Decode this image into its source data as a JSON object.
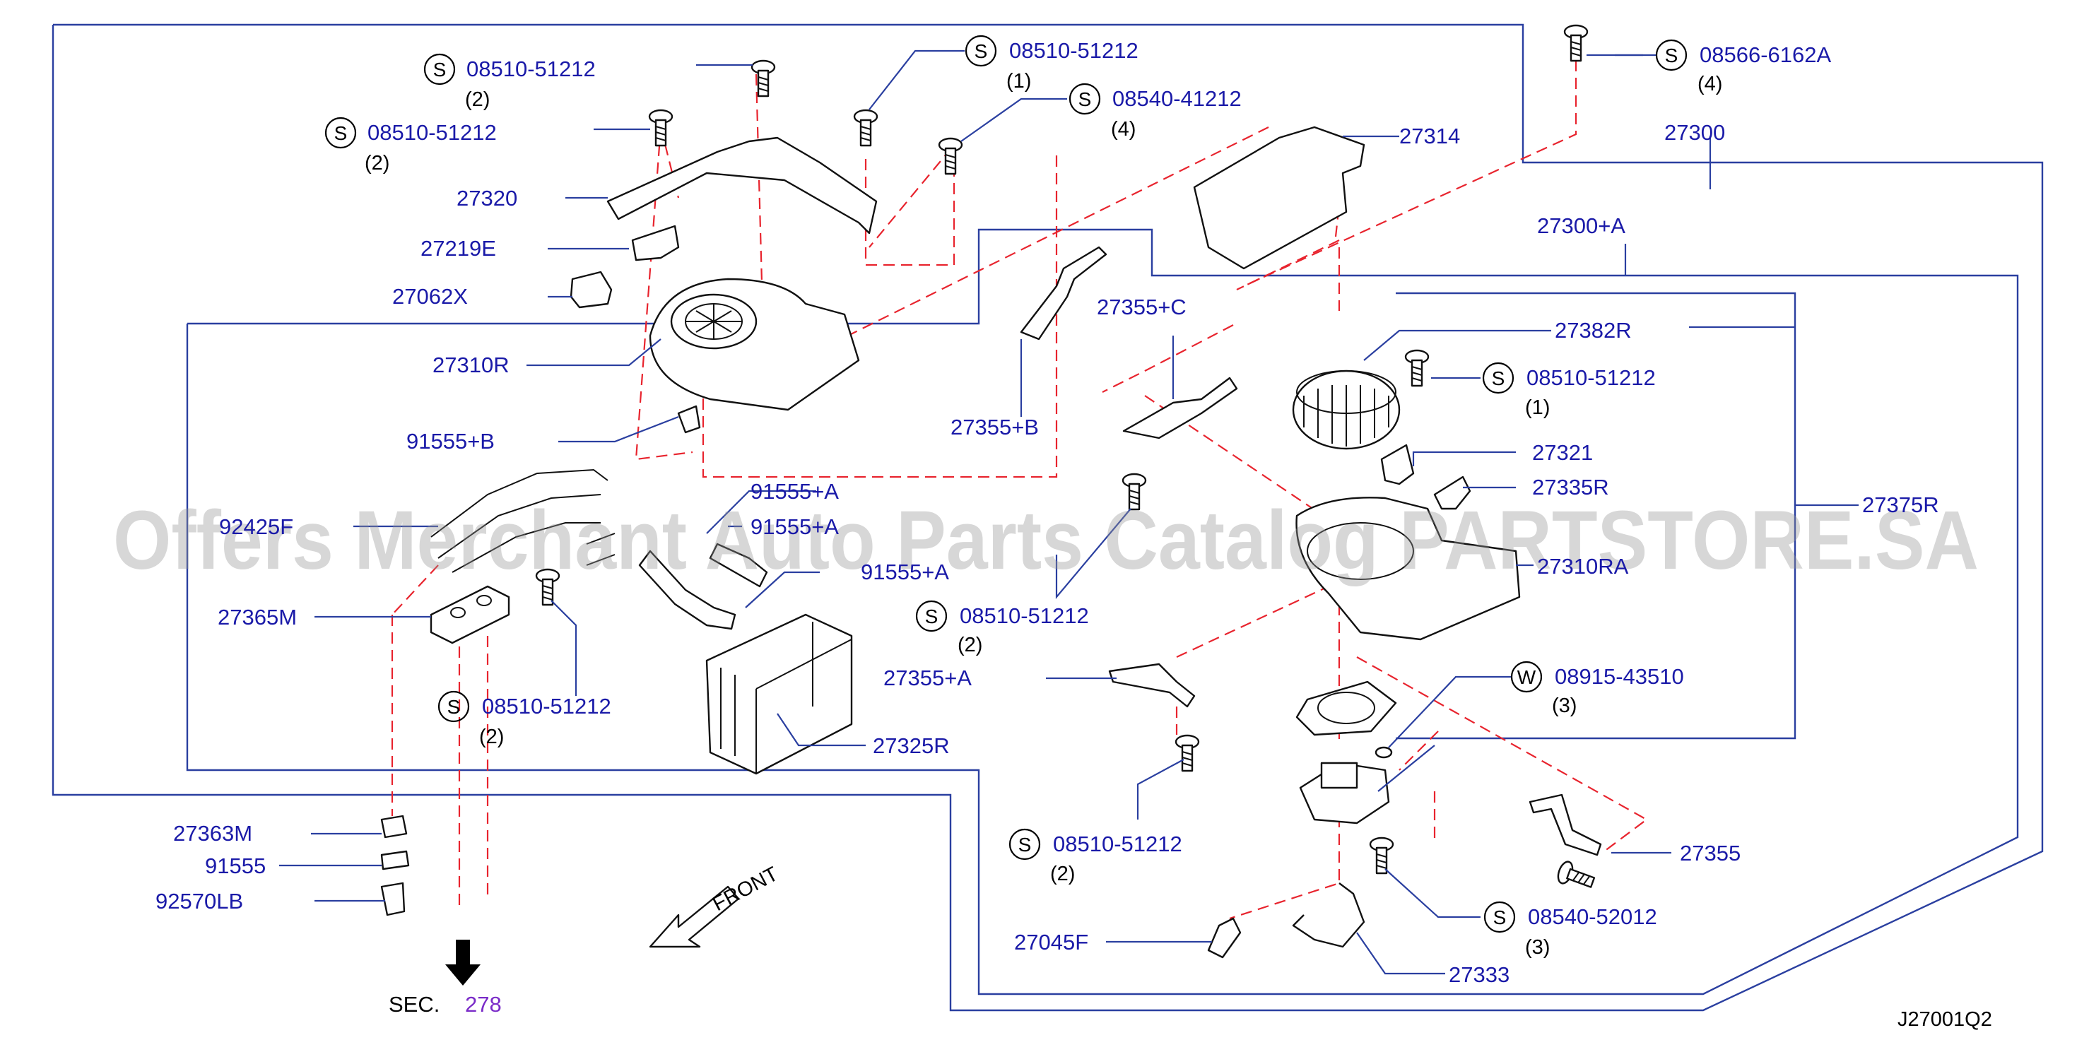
{
  "diagram": {
    "watermark": "Offers Merchant Auto Parts Catalog PARTSTORE.SA",
    "diagram_code": "J27001Q2",
    "section_ref": {
      "prefix": "SEC.",
      "number": "278"
    },
    "front_label": "FRONT",
    "colors": {
      "label": "#1a1aa8",
      "leader": "#2a3fa0",
      "dashed": "#e8242e",
      "sec_number": "#7a2bc8"
    },
    "callouts": {
      "c1": {
        "symbol": "S",
        "part": "08510-51212",
        "qty": "(2)"
      },
      "c2": {
        "symbol": "S",
        "part": "08510-51212",
        "qty": "(2)"
      },
      "c3": {
        "symbol": "S",
        "part": "08510-51212",
        "qty": "(1)"
      },
      "c4": {
        "symbol": "S",
        "part": "08540-41212",
        "qty": "(4)"
      },
      "c5": {
        "symbol": "S",
        "part": "08566-6162A",
        "qty": "(4)"
      },
      "c6": {
        "symbol": "S",
        "part": "08510-51212",
        "qty": "(1)"
      },
      "c7": {
        "symbol": "S",
        "part": "08510-51212",
        "qty": "(2)"
      },
      "c8": {
        "symbol": "S",
        "part": "08510-51212",
        "qty": "(2)"
      },
      "c9": {
        "symbol": "W",
        "part": "08915-43510",
        "qty": "(3)"
      },
      "c10": {
        "symbol": "S",
        "part": "08510-51212",
        "qty": "(2)"
      },
      "c11": {
        "symbol": "S",
        "part": "08540-52012",
        "qty": "(3)"
      }
    },
    "labels": {
      "p27314": "27314",
      "p27300": "27300",
      "p27300a": "27300+A",
      "p27320": "27320",
      "p27219e": "27219E",
      "p27062x": "27062X",
      "p27310r": "27310R",
      "p91555b": "91555+B",
      "p27355c": "27355+C",
      "p27355b": "27355+B",
      "p27382r": "27382R",
      "p27321": "27321",
      "p27335r": "27335R",
      "p27375r": "27375R",
      "p27310ra": "27310RA",
      "p92425f": "92425F",
      "p91555a1": "91555+A",
      "p91555a2": "91555+A",
      "p91555a3": "91555+A",
      "p27365m": "27365M",
      "p27325r": "27325R",
      "p27355a": "27355+A",
      "p27363m": "27363M",
      "p91555": "91555",
      "p92570lb": "92570LB",
      "p27355": "27355",
      "p27045f": "27045F",
      "p27333": "27333"
    }
  }
}
